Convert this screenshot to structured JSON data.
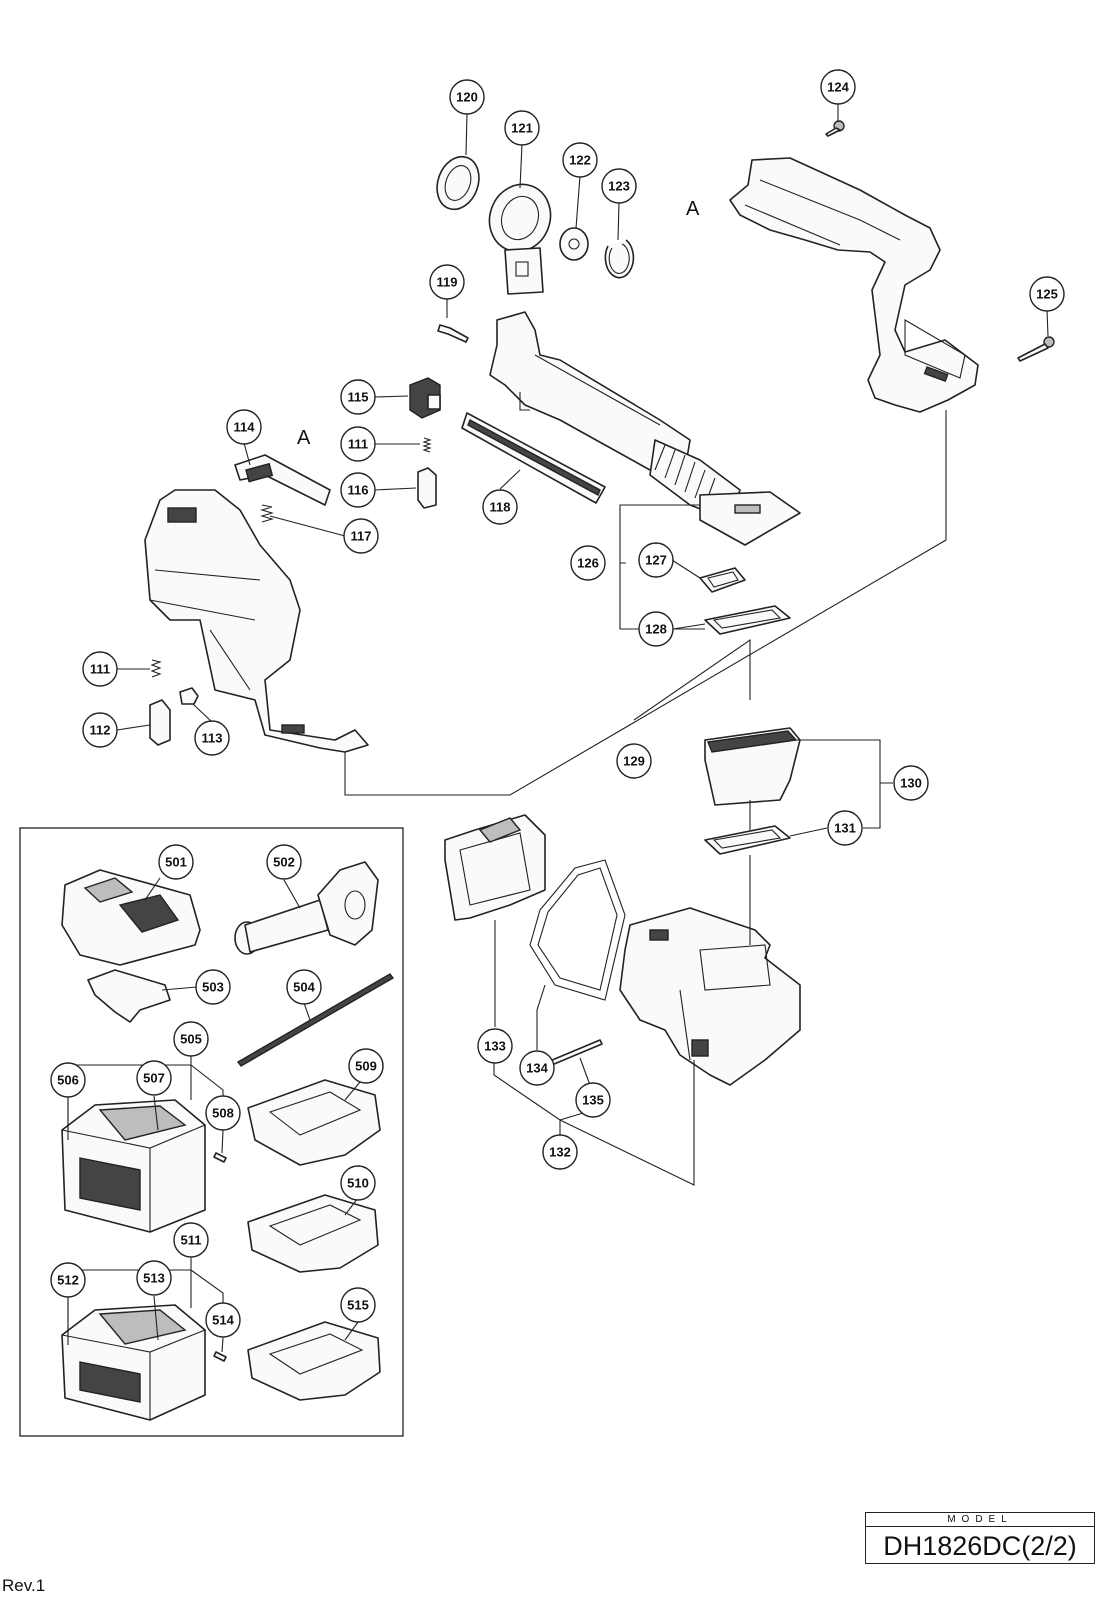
{
  "model": {
    "label": "MODEL",
    "name": "DH1826DC(2/2)"
  },
  "revision": "Rev.1",
  "reference_letters": [
    "A",
    "A"
  ],
  "callouts": [
    "120",
    "121",
    "122",
    "123",
    "124",
    "119",
    "125",
    "115",
    "114",
    "111",
    "116",
    "118",
    "117",
    "126",
    "127",
    "128",
    "111",
    "112",
    "113",
    "129",
    "130",
    "131",
    "501",
    "502",
    "503",
    "504",
    "505",
    "509",
    "506",
    "507",
    "508",
    "510",
    "511",
    "512",
    "513",
    "514",
    "515",
    "133",
    "134",
    "135",
    "132"
  ]
}
